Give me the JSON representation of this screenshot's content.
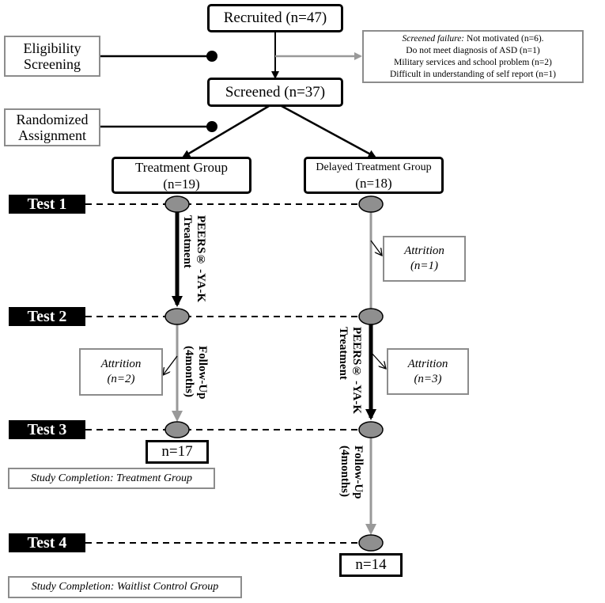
{
  "flow": {
    "recruited": "Recruited (n=47)",
    "screened": "Screened (n=37)",
    "treatment_group": {
      "title": "Treatment Group",
      "count": "(n=19)"
    },
    "delayed_group": {
      "title": "Delayed Treatment Group",
      "count": "(n=18)"
    },
    "n17": "n=17",
    "n14": "n=14"
  },
  "side_labels": {
    "eligibility": [
      "Eligibility",
      "Screening"
    ],
    "randomized": [
      "Randomized",
      "Assignment"
    ]
  },
  "screened_failure": {
    "prefix": "Screened failure:",
    "line1_rest": " Not motivated (n=6).",
    "line2": "Do not meet diagnosis of ASD  (n=1)",
    "line3": "Military services and school problem (n=2)",
    "line4": "Difficult in understanding of self report (n=1)"
  },
  "tests": [
    "Test 1",
    "Test 2",
    "Test 3",
    "Test 4"
  ],
  "attrition": {
    "delayed_1": [
      "Attrition",
      "(n=1)"
    ],
    "treatment_2": [
      "Attrition",
      "(n=2)"
    ],
    "delayed_3": [
      "Attrition",
      "(n=3)"
    ]
  },
  "phase_labels": {
    "peers_treatment_line1": "PEERS® -YA-K",
    "peers_treatment_line2": "Treatment",
    "peers_delayed_line1": "PEERS® -YA-K",
    "peers_delayed_line2": "Treatment",
    "followup_treatment_line1": "Follow-Up",
    "followup_treatment_line2": "(4months)",
    "followup_delayed_line1": "Follow-Up",
    "followup_delayed_line2": "(4months)"
  },
  "completion": {
    "treatment": "Study Completion: Treatment Group",
    "waitlist": "Study Completion: Waitlist Control Group"
  },
  "colors": {
    "black": "#000000",
    "gray": "#999999",
    "node_fill": "#8f8f8f"
  }
}
